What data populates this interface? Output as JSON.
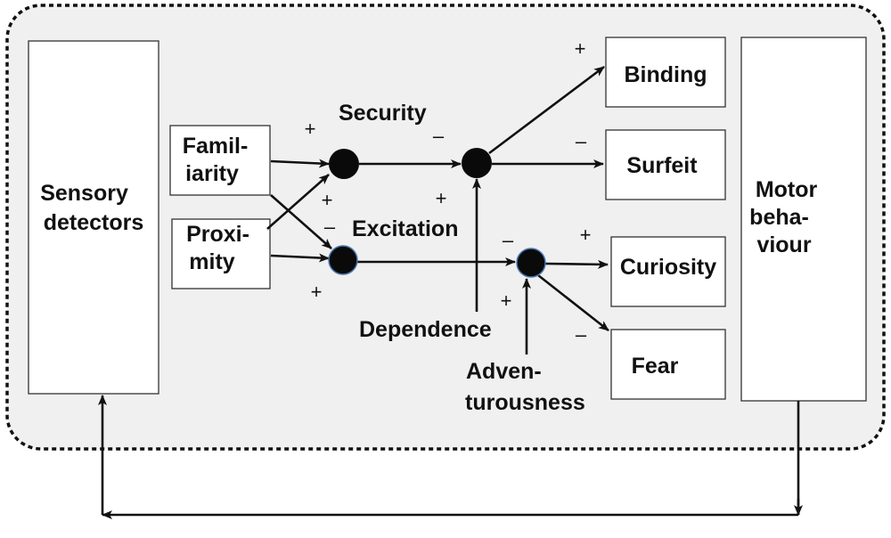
{
  "boxes": {
    "sensory_detectors": [
      "Sensory",
      "detectors"
    ],
    "familiarity": [
      "Famil-",
      "iarity"
    ],
    "proximity": [
      "Proxi-",
      "mity"
    ],
    "binding": "Binding",
    "surfeit": "Surfeit",
    "curiosity": "Curiosity",
    "fear": "Fear",
    "motor_behaviour": [
      "Motor",
      "beha-",
      "viour"
    ]
  },
  "labels": {
    "security": "Security",
    "excitation": "Excitation",
    "dependence": "Dependence",
    "adventurousness": [
      "Adven-",
      "turousness"
    ]
  },
  "signs": {
    "plus": "+",
    "minus": "–"
  },
  "colors": {
    "background_panel": "#f0f0f0",
    "border": "#111111",
    "node_fill": "#0a0a0a"
  }
}
